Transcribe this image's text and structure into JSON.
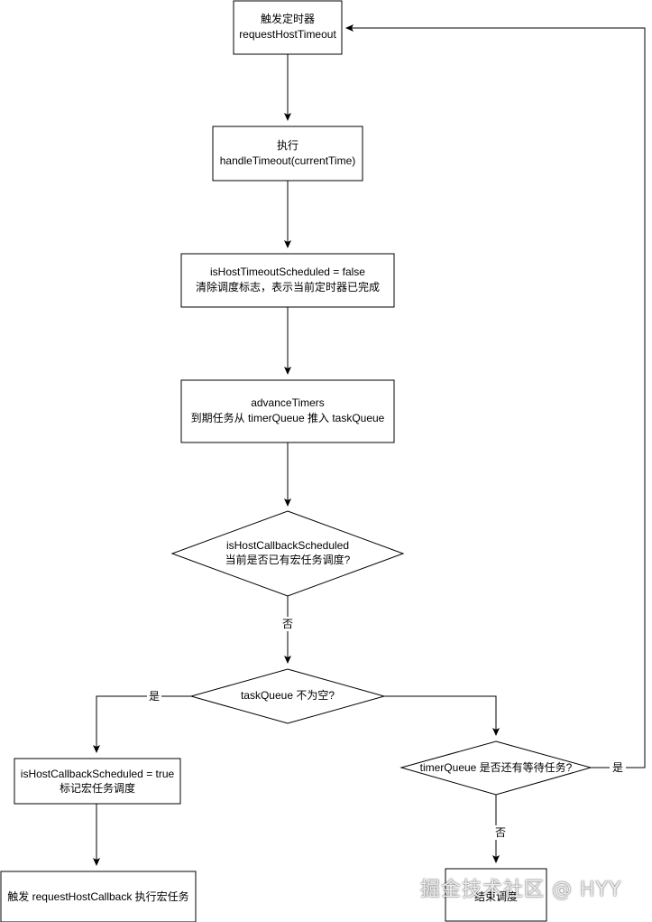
{
  "nodes": {
    "trigger_timer": {
      "line1": "触发定时器",
      "line2": "requestHostTimeout"
    },
    "handle_timeout": {
      "line1": "执行",
      "line2": "handleTimeout(currentTime)"
    },
    "reset_flag": {
      "line1": "isHostTimeoutScheduled = false",
      "line2": "清除调度标志，表示当前定时器已完成"
    },
    "advance_timers": {
      "line1": "advanceTimers",
      "line2": "到期任务从 timerQueue 推入 taskQueue"
    },
    "check_callback_scheduled": {
      "line1": "isHostCallbackScheduled",
      "line2": "当前是否已有宏任务调度?"
    },
    "check_task_queue": {
      "line1": "taskQueue 不为空?"
    },
    "mark_callback": {
      "line1": "isHostCallbackScheduled = true",
      "line2": "标记宏任务调度"
    },
    "request_callback": {
      "line1": "触发 requestHostCallback 执行宏任务"
    },
    "check_timer_queue": {
      "line1": "timerQueue 是否还有等待任务?"
    },
    "end_schedule": {
      "line1": "结束调度"
    }
  },
  "edge_labels": {
    "no_1": "否",
    "yes_1": "是",
    "yes_2": "是",
    "no_2": "否"
  },
  "watermark": "掘金技术社区 @ HYY"
}
